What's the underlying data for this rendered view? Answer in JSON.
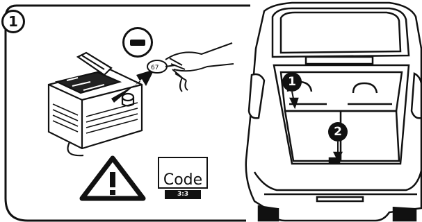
{
  "step": {
    "number": "1"
  },
  "disconnect_symbol": "minus-sign",
  "code_icon": {
    "label": "Code",
    "sub_label": "3:3"
  },
  "warning_icon": "warning-triangle-icon",
  "callouts": [
    {
      "number": "1",
      "description": ""
    },
    {
      "number": "2",
      "description": ""
    }
  ]
}
